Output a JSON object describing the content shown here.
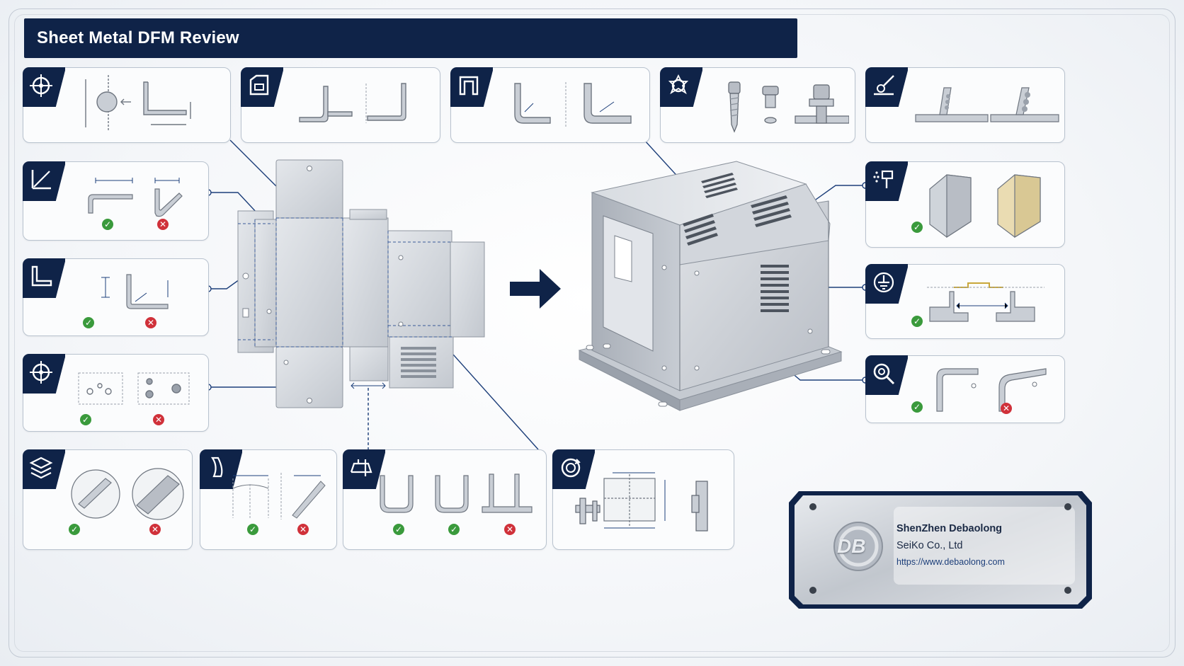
{
  "title": "Sheet Metal DFM Review",
  "badge": {
    "company_line1": "ShenZhen Debaolong",
    "company_line2": "SeiKo Co., Ltd",
    "url": "https://www.debaolong.com",
    "logo_text": "DB"
  },
  "icons": [
    "hole-position-icon",
    "flange-bend-icon",
    "u-channel-icon",
    "pem-fastener-icon",
    "weld-torch-icon",
    "bend-angle-icon",
    "bend-relief-icon",
    "hole-spacing-icon",
    "paint-spray-icon",
    "ground-icon",
    "inspection-magnifier-icon",
    "material-layers-icon",
    "edge-cut-icon",
    "forming-tool-icon",
    "rotation-tolerance-icon"
  ],
  "colors": {
    "navy": "#0f2348",
    "accent_line": "#1d3f7a",
    "ok": "#3a9a3c",
    "bad": "#d0313a",
    "metal": "#c9ced5"
  },
  "marks": {
    "ok": "✓",
    "bad": "✕"
  }
}
